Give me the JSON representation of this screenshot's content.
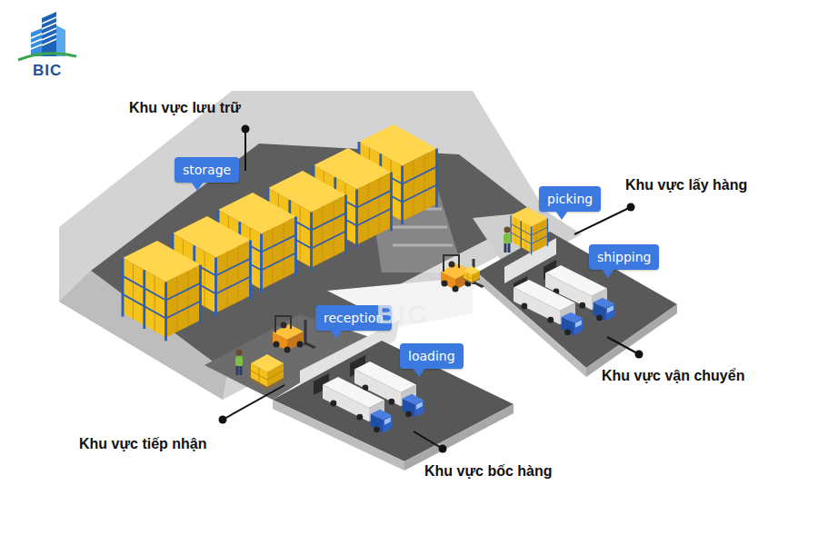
{
  "diagram": {
    "nodes": [
      {
        "text": [
          "storage"
        ]
      },
      {
        "text": [
          "picking"
        ]
      },
      {
        "text": [
          "shipping"
        ]
      },
      {
        "text": [
          "reception"
        ]
      },
      {
        "text": [
          "loading"
        ]
      }
    ],
    "labels": [
      "BIC",
      "Khu vực lưu trữ",
      "Khu vực lấy hàng",
      "Khu vực vận chuyển",
      "Khu vực tiếp nhận",
      "Khu vực bốc hàng",
      "BIC"
    ]
  }
}
